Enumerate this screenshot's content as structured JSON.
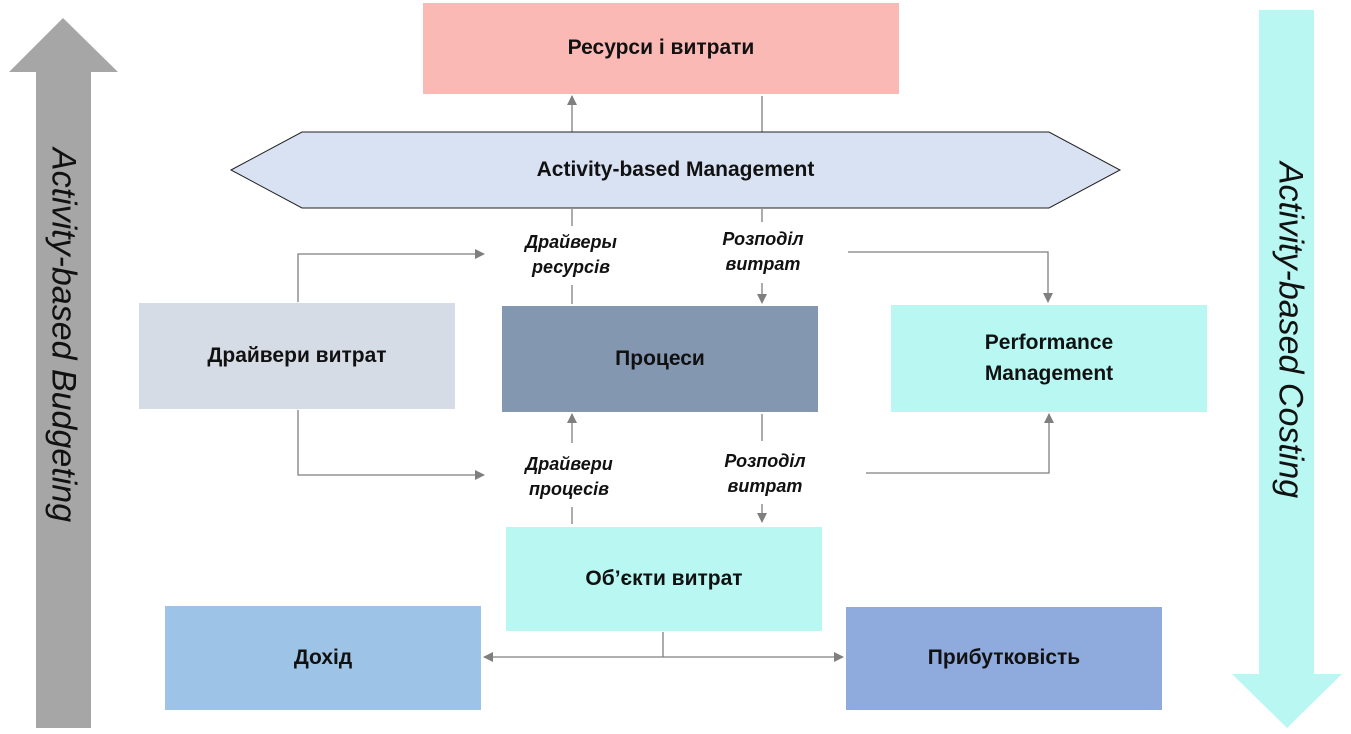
{
  "boxes": {
    "resources": "Ресурси і витрати",
    "abm": "Activity-based Management",
    "cost_drivers": "Драйвери витрат",
    "processes": "Процеси",
    "performance": "Performance Management",
    "cost_objects": "Об’єкти витрат",
    "income": "Дохід",
    "profitability": "Прибутковість"
  },
  "labels": {
    "resource_drivers": "Драйверы ресурсів",
    "cost_allocation_top": "Розподіл витрат",
    "process_drivers": "Драйвери процесів",
    "cost_allocation_bottom": "Розподіл витрат"
  },
  "side": {
    "left": "Activity-based Budgeting",
    "right": "Activity-based Costing"
  },
  "colors": {
    "resources": "#fbb9b5",
    "abm": "#d9e2f3",
    "cost_drivers": "#d6dce6",
    "processes": "#8497b0",
    "cyan": "#b9f7f2",
    "income": "#9dc3e6",
    "profitability": "#8faadc",
    "left_arrow": "#a6a6a6",
    "connector": "#7f7f7f"
  }
}
